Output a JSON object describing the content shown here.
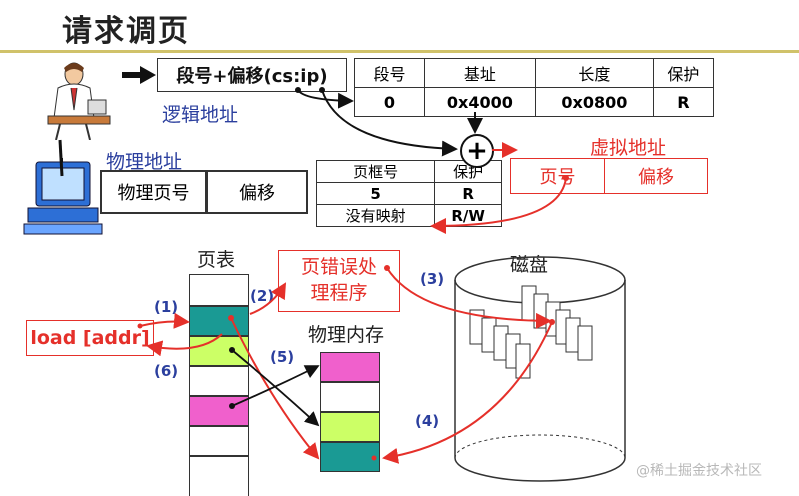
{
  "title": "请求调页",
  "logical": {
    "address_box": "段号+偏移(cs:ip)",
    "label": "逻辑地址"
  },
  "segment_table": {
    "headers": [
      "段号",
      "基址",
      "长度",
      "保护"
    ],
    "row": [
      "0",
      "0x4000",
      "0x0800",
      "R"
    ]
  },
  "physical": {
    "label": "物理地址",
    "cells": [
      "物理页号",
      "偏移"
    ]
  },
  "virtual": {
    "label": "虚拟地址",
    "cells": [
      "页号",
      "偏移"
    ]
  },
  "page_table_small": {
    "headers": [
      "页框号",
      "保护"
    ],
    "row1": [
      "5",
      "R"
    ],
    "row2": [
      "没有映射",
      "R/W"
    ]
  },
  "labels": {
    "page_table": "页表",
    "physical_memory": "物理内存",
    "disk": "磁盘",
    "fault_handler": "页错误处\n理程序",
    "load": "load [addr]",
    "step1": "(1)",
    "step2": "(2)",
    "step3": "(3)",
    "step4": "(4)",
    "step5": "(5)",
    "step6": "(6)",
    "plus": "+",
    "watermark": "@稀土掘金技术社区"
  },
  "colors": {
    "teal": "#1a9a94",
    "lime": "#ccff66",
    "magenta": "#f060cc",
    "red": "#e5302a",
    "blue": "#2b3f9e",
    "rule": "#d0c26a"
  }
}
